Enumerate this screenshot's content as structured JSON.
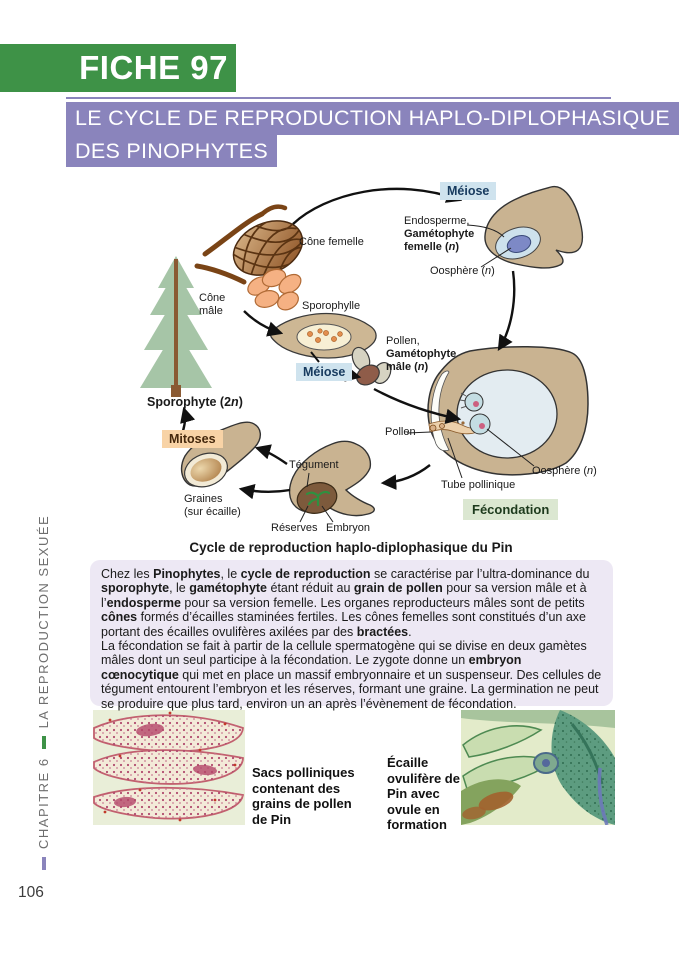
{
  "header": {
    "fiche": "FICHE 97",
    "title_line1": "LE CYCLE DE REPRODUCTION HAPLO-DIPLOPHASIQUE",
    "title_line2": "DES PINOPHYTES"
  },
  "colors": {
    "green": "#3E9247",
    "purple": "#8A84BC",
    "textbox_bg": "#EDE8F4",
    "meiose_bg": "#CFE3EE",
    "mitoses_bg": "#F8D3A6",
    "fecondation_bg": "#DBE7D1",
    "scale_tan": "#C9B391"
  },
  "diagram": {
    "caption": "Cycle de reproduction haplo-diplophasique du Pin",
    "boxes": {
      "meiose1": "Méiose",
      "meiose2": "Méiose",
      "mitoses": "Mitoses",
      "fecondation": "Fécondation"
    },
    "labels": {
      "cone_femelle": "Cône femelle",
      "cone_male_l1": "Cône",
      "cone_male_l2": "mâle",
      "sporophylle": "Sporophylle",
      "endosperme": "Endosperme,",
      "gametophyte_f": "Gamétophyte",
      "femelle_n": [
        {
          "t": "femelle (",
          "b": 1
        },
        {
          "t": "n",
          "b": 1,
          "i": 1
        },
        {
          "t": ")",
          "b": 1
        }
      ],
      "oosphere_top": [
        {
          "t": "Oosphère ("
        },
        {
          "t": "n",
          "i": 1
        },
        {
          "t": ")"
        }
      ],
      "pollen_top": "Pollen,",
      "gametophyte_m": "Gamétophyte",
      "male_n": [
        {
          "t": "mâle (",
          "b": 1
        },
        {
          "t": "n",
          "b": 1,
          "i": 1
        },
        {
          "t": ")",
          "b": 1
        }
      ],
      "sporophyte_2n": [
        {
          "t": "Sporophyte (2",
          "b": 1
        },
        {
          "t": "n",
          "b": 1,
          "i": 1
        },
        {
          "t": ")",
          "b": 1
        }
      ],
      "graines_l1": "Graines",
      "graines_l2": "(sur écaille)",
      "tegument": "Tégument",
      "reserves": "Réserves",
      "embryon": "Embryon",
      "pollen_right": "Pollen",
      "tube_pollinique": "Tube pollinique",
      "oosphere_right": [
        {
          "t": "Oosphère ("
        },
        {
          "t": "n",
          "i": 1
        },
        {
          "t": ")"
        }
      ]
    }
  },
  "textbox": {
    "paragraphs": [
      [
        {
          "t": "Chez les "
        },
        {
          "t": "Pinophytes",
          "b": 1
        },
        {
          "t": ", le "
        },
        {
          "t": "cycle de reproduction",
          "b": 1
        },
        {
          "t": " se caractérise par l’ultra-dominance du "
        },
        {
          "t": "sporophyte",
          "b": 1
        },
        {
          "t": ", le "
        },
        {
          "t": "gamétophyte",
          "b": 1
        },
        {
          "t": " étant réduit au "
        },
        {
          "t": "grain de pollen",
          "b": 1
        },
        {
          "t": " pour sa version mâle et à l’"
        },
        {
          "t": "endosperme",
          "b": 1
        },
        {
          "t": " pour sa version femelle. Les organes reproducteurs mâles sont de petits "
        },
        {
          "t": "cônes",
          "b": 1
        },
        {
          "t": " formés d’écailles staminées fertiles. Les cônes femelles sont constitués d’un axe portant des écailles ovulifères axilées par des "
        },
        {
          "t": "bractées",
          "b": 1
        },
        {
          "t": "."
        }
      ],
      [
        {
          "t": "La fécondation se fait à partir de la cellule spermatogène qui se divise en deux gamètes mâles dont un seul participe à la fécondation. Le zygote donne un "
        },
        {
          "t": "embryon cœnocytique",
          "b": 1
        },
        {
          "t": " qui met en place un massif embryonnaire et un suspenseur. Des cellules de tégument entourent l’embryon et les réserves, formant une graine. La germination ne peut se produire que plus tard, environ un an après l’évènement de fécondation."
        }
      ]
    ]
  },
  "figures": {
    "left_caption": "Sacs polliniques contenant des grains de pollen de Pin",
    "right_caption": "Écaille ovulifère de Pin avec ovule en formation"
  },
  "footer": {
    "chapter": "CHAPITRE 6",
    "section": "LA REPRODUCTION SEXUÉE",
    "page_number": "106"
  }
}
